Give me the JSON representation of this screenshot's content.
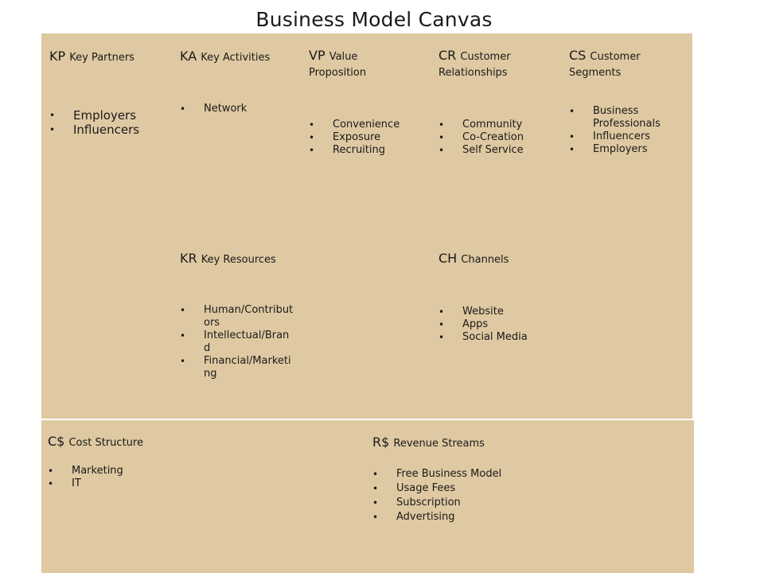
{
  "title": "Business Model Canvas",
  "blocks": {
    "kp": {
      "abbr": "KP",
      "label": "Key Partners",
      "items": [
        "Employers",
        "Influencers"
      ]
    },
    "ka": {
      "abbr": "KA",
      "label": "Key Activities",
      "items": [
        "Network"
      ]
    },
    "vp": {
      "abbr": "VP",
      "label": "Value Proposition",
      "items": [
        "Convenience",
        "Exposure",
        "Recruiting"
      ]
    },
    "cr": {
      "abbr": "CR",
      "label": "Customer Relationships",
      "items": [
        "Community",
        "Co-Creation",
        "Self Service"
      ]
    },
    "cs": {
      "abbr": "CS",
      "label": "Customer Segments",
      "items": [
        "Business Professionals",
        "Influencers",
        "Employers"
      ]
    },
    "kr": {
      "abbr": "KR",
      "label": "Key Resources",
      "items": [
        "Human/Contributors",
        "Intellectual/Brand",
        "Financial/Marketing"
      ]
    },
    "ch": {
      "abbr": "CH",
      "label": "Channels",
      "items": [
        "Website",
        "Apps",
        "Social Media"
      ]
    },
    "cost": {
      "abbr": "C$",
      "label": "Cost Structure",
      "items": [
        "Marketing",
        "IT"
      ]
    },
    "rev": {
      "abbr": "R$",
      "label": "Revenue Streams",
      "items": [
        "Free Business Model",
        "Usage Fees",
        "Subscription",
        "Advertising"
      ]
    }
  }
}
